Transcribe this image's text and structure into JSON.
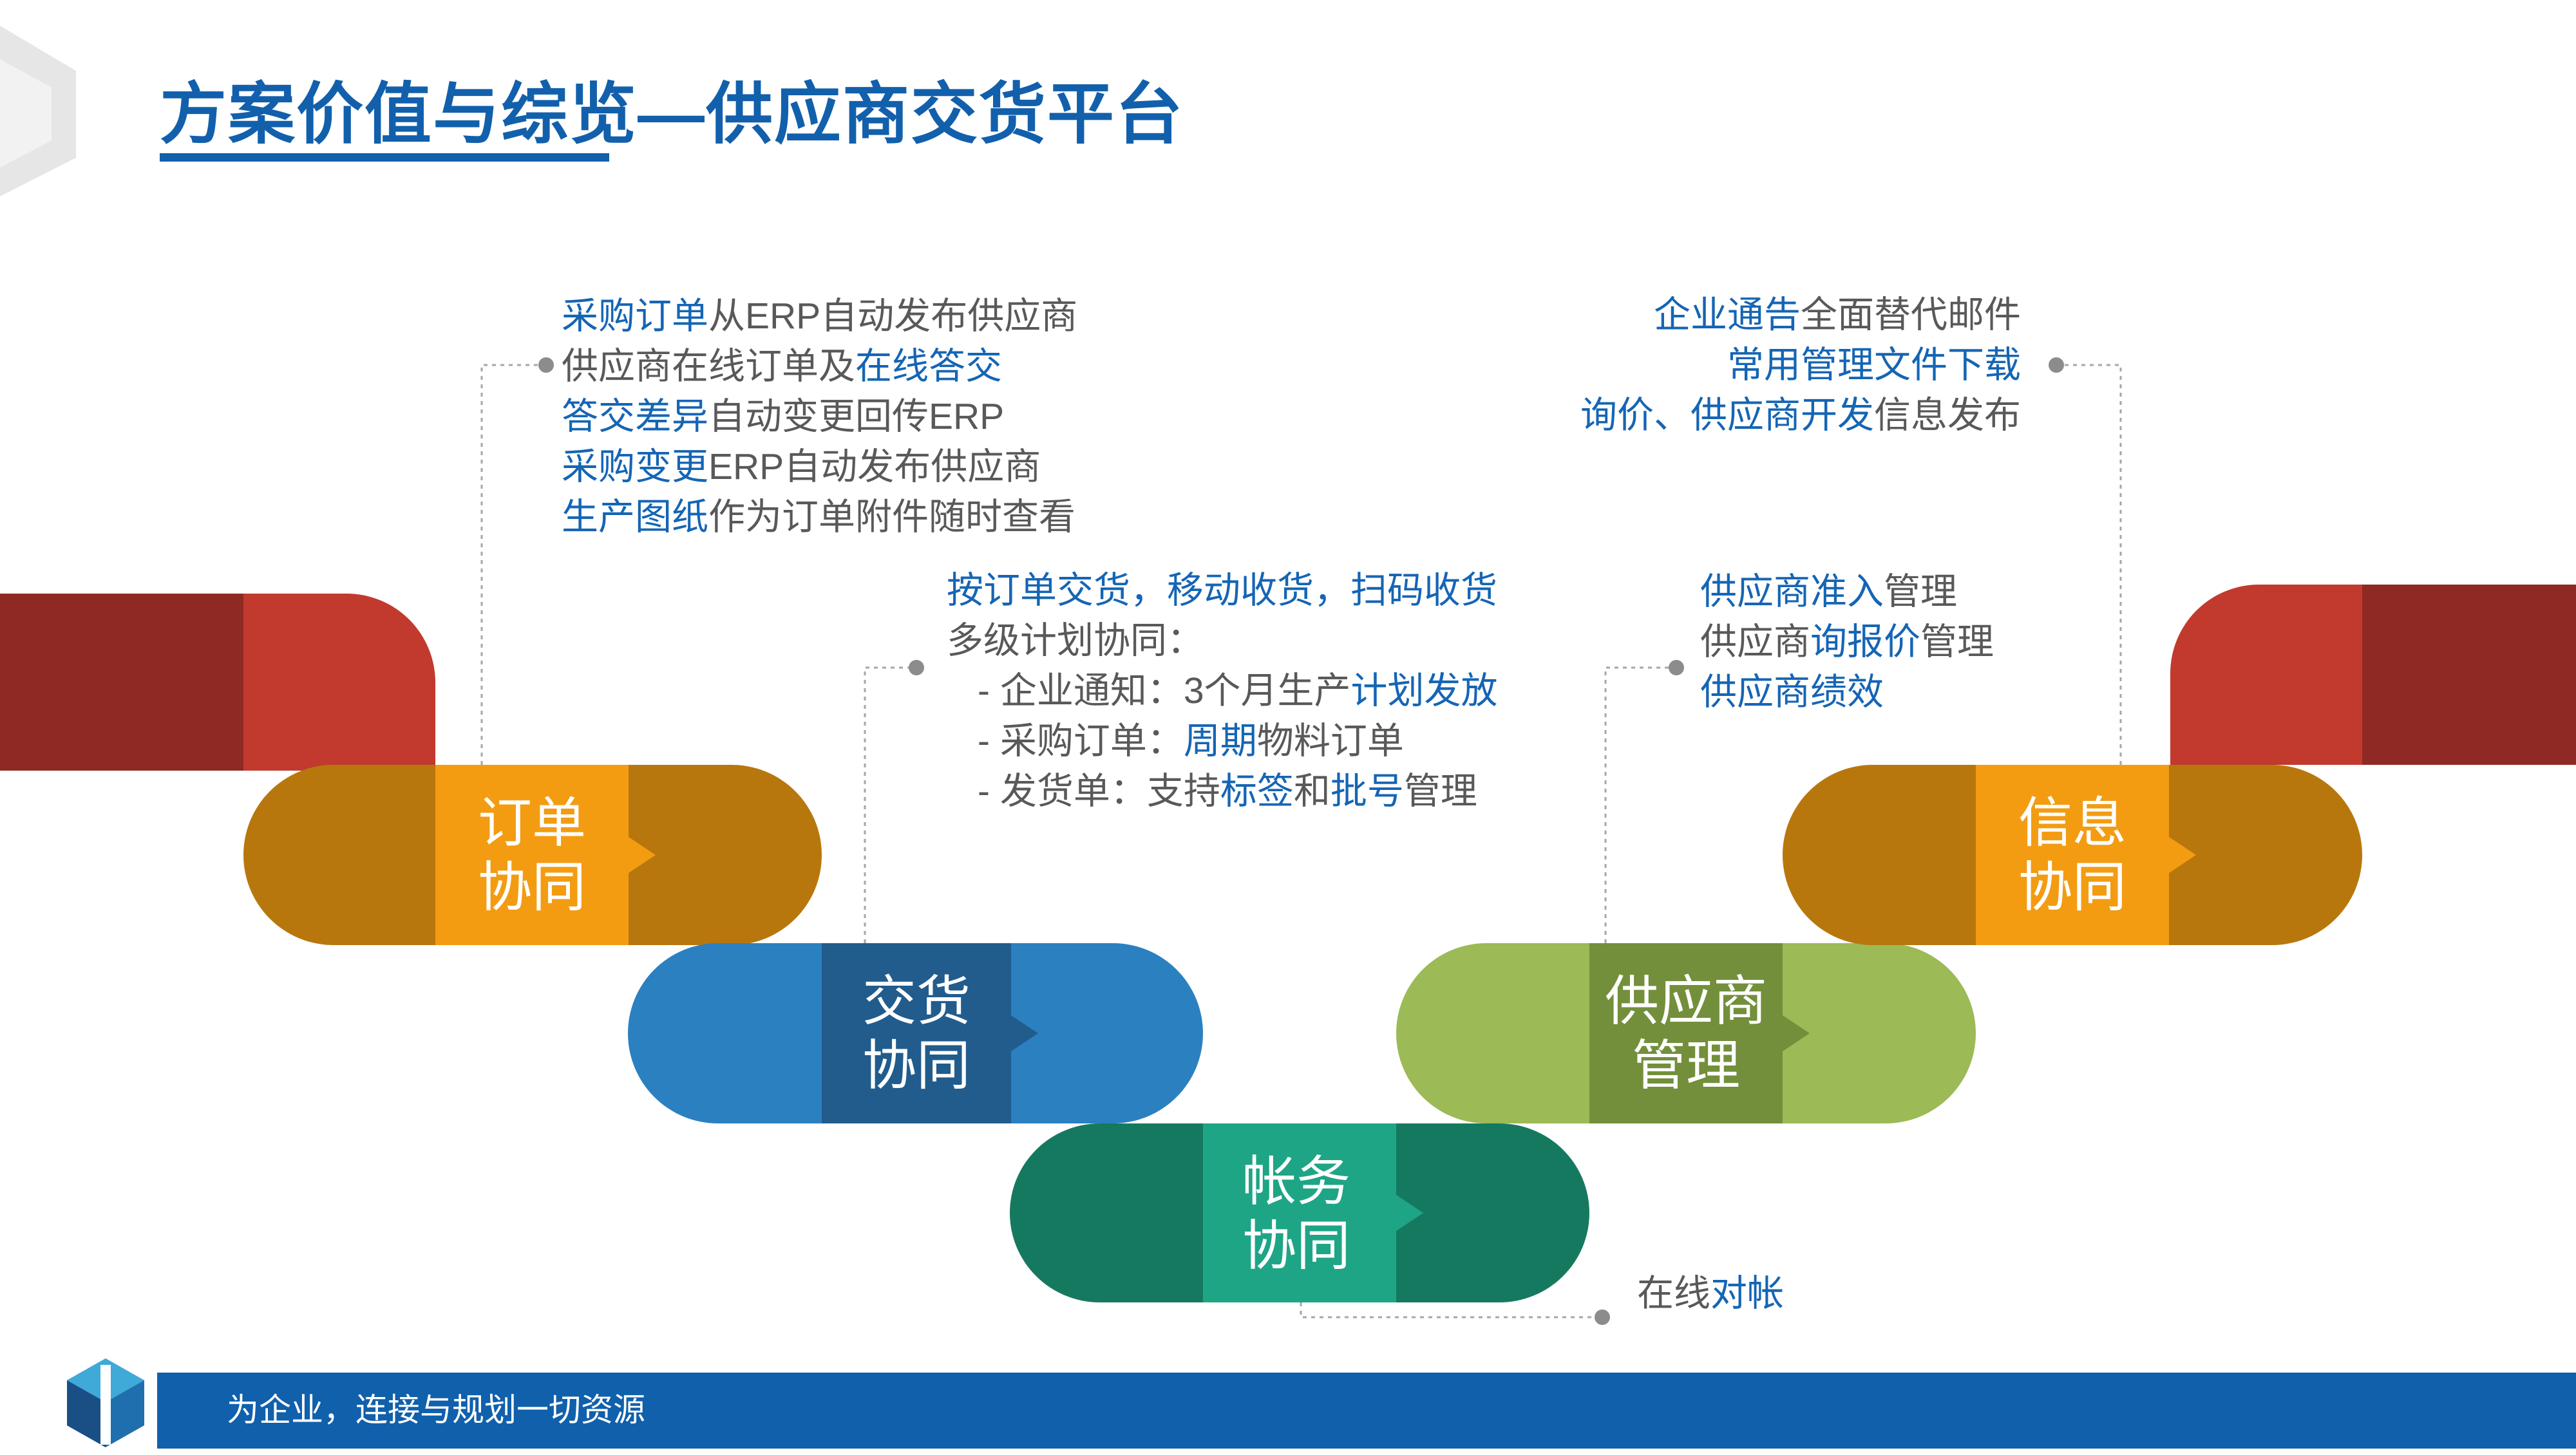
{
  "title": "方案价值与综览—供应商交货平台",
  "colors": {
    "title_blue": "#1260ac",
    "highlight_blue": "#1565b4",
    "red_dark": "#8e2a23",
    "red": "#c23a2e",
    "orange_dark": "#b8770d",
    "orange": "#f39c12",
    "blue": "#2b80c0",
    "blue_dark": "#215c8d",
    "teal": "#157960",
    "teal_light": "#1ea586",
    "green": "#9cba56",
    "green_dark": "#738f3b",
    "footer_blue": "#1060ac"
  },
  "modules": [
    {
      "line1": "订单",
      "line2": "协同"
    },
    {
      "line1": "交货",
      "line2": "协同"
    },
    {
      "line1": "帐务",
      "line2": "协同"
    },
    {
      "line1": "供应商",
      "line2": "管理"
    },
    {
      "line1": "信息",
      "line2": "协同"
    }
  ],
  "notes": {
    "order": [
      [
        {
          "t": "采购订单",
          "h": true
        },
        {
          "t": "从ERP自动发布供应商",
          "h": false
        }
      ],
      [
        {
          "t": "供应商在线订单及",
          "h": false
        },
        {
          "t": "在线答交",
          "h": true
        }
      ],
      [
        {
          "t": "答交差异",
          "h": true
        },
        {
          "t": "自动变更回传ERP",
          "h": false
        }
      ],
      [
        {
          "t": "采购变更",
          "h": true
        },
        {
          "t": "ERP自动发布供应商",
          "h": false
        }
      ],
      [
        {
          "t": "生产图纸",
          "h": true
        },
        {
          "t": "作为订单附件随时查看",
          "h": false
        }
      ]
    ],
    "delivery": [
      [
        {
          "t": "按订单交货，移动收货，扫码收货",
          "h": true
        }
      ],
      [
        {
          "t": "多级计划协同：",
          "h": false
        }
      ],
      [
        {
          "t": "- 企业通知：3个月生产",
          "h": false
        },
        {
          "t": "计划发放",
          "h": true
        }
      ],
      [
        {
          "t": "- 采购订单：",
          "h": false
        },
        {
          "t": "周期",
          "h": true
        },
        {
          "t": "物料订单",
          "h": false
        }
      ],
      [
        {
          "t": "- 发货单：支持",
          "h": false
        },
        {
          "t": "标签",
          "h": true
        },
        {
          "t": "和",
          "h": false
        },
        {
          "t": "批号",
          "h": true
        },
        {
          "t": "管理",
          "h": false
        }
      ]
    ],
    "account": [
      [
        {
          "t": "在线",
          "h": false
        },
        {
          "t": "对帐",
          "h": true
        }
      ]
    ],
    "supplier": [
      [
        {
          "t": "供应商准入",
          "h": true
        },
        {
          "t": "管理",
          "h": false
        }
      ],
      [
        {
          "t": "供应商",
          "h": false
        },
        {
          "t": "询报价",
          "h": true
        },
        {
          "t": "管理",
          "h": false
        }
      ],
      [
        {
          "t": "供应商绩效",
          "h": true
        }
      ]
    ],
    "info": [
      [
        {
          "t": "企业通告",
          "h": true
        },
        {
          "t": "全面替代邮件",
          "h": false
        }
      ],
      [
        {
          "t": "常用管理文件下载",
          "h": true
        }
      ],
      [
        {
          "t": "询价、供应商开发",
          "h": true
        },
        {
          "t": "信息发布",
          "h": false
        }
      ]
    ]
  },
  "footer": {
    "slogan": "为企业，连接与规划一切资源"
  }
}
